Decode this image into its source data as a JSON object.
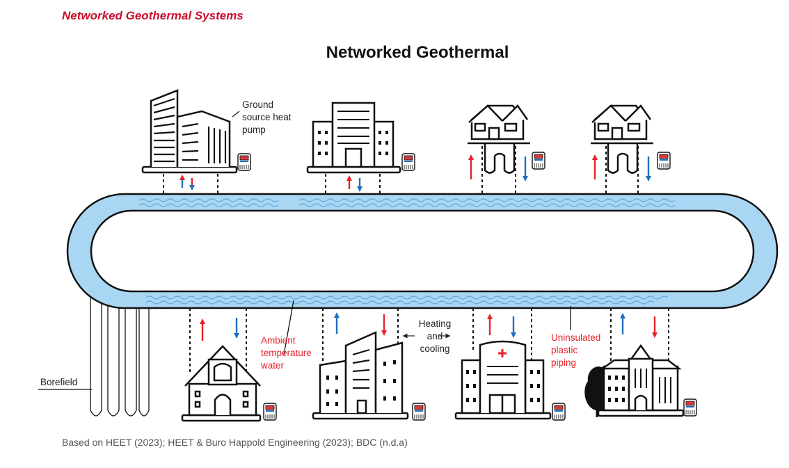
{
  "header": {
    "section_title": "Networked Geothermal Systems",
    "diagram_title": "Networked Geothermal"
  },
  "labels": {
    "gshp": [
      "Ground",
      "source heat",
      "pump"
    ],
    "ambient": [
      "Ambient",
      "temperature",
      "water"
    ],
    "heating_cooling": [
      "Heating",
      "and",
      "cooling"
    ],
    "uninsulated": [
      "Uninsulated",
      "plastic",
      "piping"
    ],
    "borefield": "Borefield"
  },
  "footer": {
    "source": "Based on HEET (2023); HEET & Buro Happold Engineering (2023); BDC (n.d.a)"
  },
  "colors": {
    "accent_red": "#c8102e",
    "hot_arrow": "#e8202a",
    "cold_arrow": "#1f6fbf",
    "water": "#a9d6f2",
    "outline": "#111111"
  },
  "icons": [
    "office-towers-icon",
    "office-block-icon",
    "house-icon",
    "house-icon",
    "church-icon",
    "office-tall-icon",
    "hospital-icon",
    "apartment-tree-icon",
    "heat-pump-icon"
  ]
}
